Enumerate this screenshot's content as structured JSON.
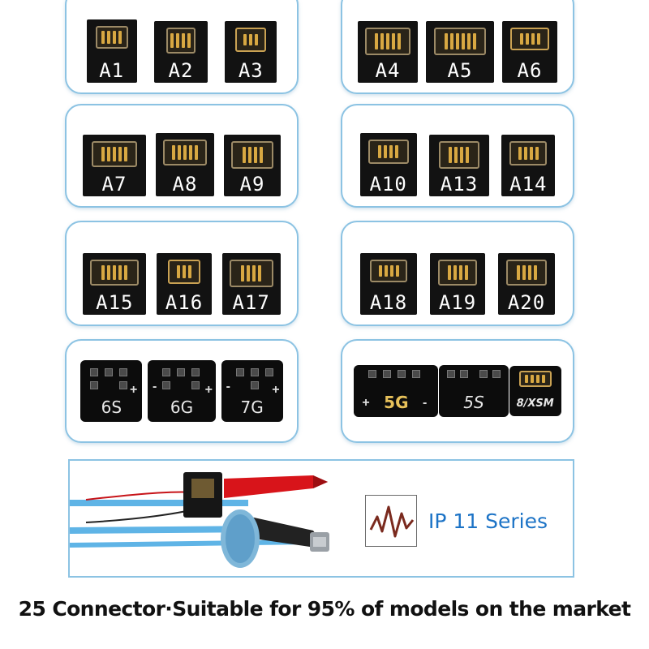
{
  "groups": [
    {
      "chips": [
        "A1",
        "A2",
        "A3"
      ]
    },
    {
      "chips": [
        "A4",
        "A5",
        "A6"
      ]
    },
    {
      "chips": [
        "A7",
        "A8",
        "A9"
      ]
    },
    {
      "chips": [
        "A10",
        "A13",
        "A14"
      ]
    },
    {
      "chips": [
        "A15",
        "A16",
        "A17"
      ]
    },
    {
      "chips": [
        "A18",
        "A19",
        "A20"
      ]
    },
    {
      "chips": [
        "6S",
        "6G",
        "7G"
      ]
    },
    {
      "chips": [
        "5G",
        "5S",
        "8/XSM"
      ]
    }
  ],
  "plus_sign": "+",
  "minus_sign": "-",
  "cable_panel": {
    "series_label": "IP 11 Series"
  },
  "footer": {
    "text": "25 Connector·Suitable for 95% of models on the market"
  },
  "colors": {
    "frame_border": "#8cc3e3",
    "series_blue": "#1c73c6",
    "cable_blue": "#5fb4e6",
    "clip_red": "#d8141a",
    "pin_gold": "#d8a842"
  }
}
